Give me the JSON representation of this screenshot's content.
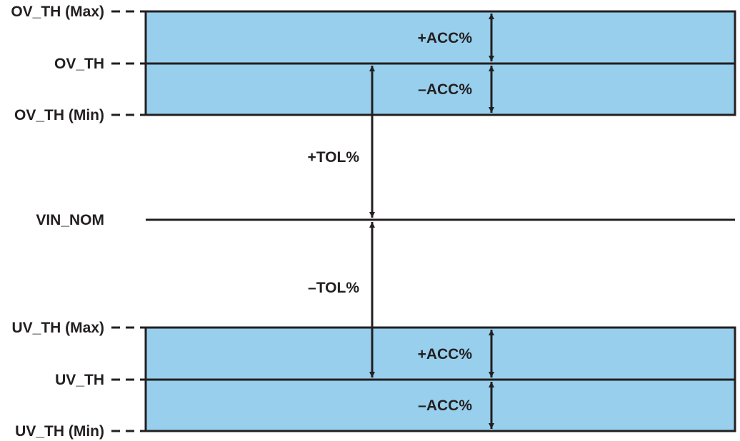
{
  "levels": {
    "ov_th_max": "OV_TH (Max)",
    "ov_th": "OV_TH",
    "ov_th_min": "OV_TH (Min)",
    "vin_nom": "VIN_NOM",
    "uv_th_max": "UV_TH (Max)",
    "uv_th": "UV_TH",
    "uv_th_min": "UV_TH (Min)"
  },
  "bands": {
    "ov_upper": "+ACC%",
    "ov_lower": "–ACC%",
    "uv_upper": "+ACC%",
    "uv_lower": "–ACC%"
  },
  "tolerance": {
    "positive": "+TOL%",
    "negative": "–TOL%"
  },
  "colors": {
    "band_fill": "#97cfed",
    "line": "#231f20",
    "text": "#231f20"
  }
}
